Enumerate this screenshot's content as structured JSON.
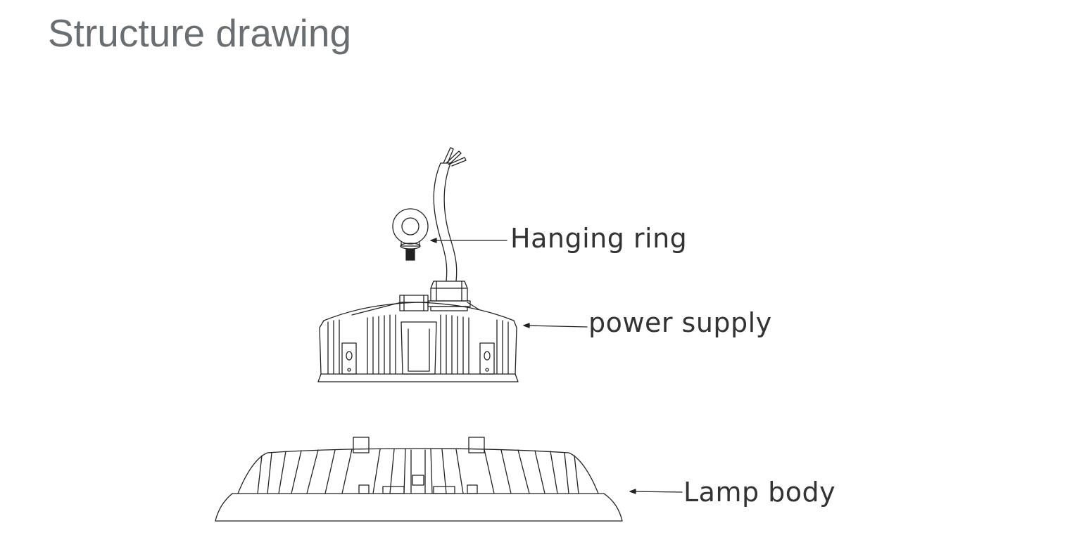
{
  "page": {
    "title": "Structure drawing"
  },
  "callouts": {
    "hanging_ring": "Hanging ring",
    "power_supply": "power supply",
    "lamp_body": "Lamp body"
  },
  "colors": {
    "title": "#6b6e70",
    "line": "#222222",
    "label": "#333333"
  }
}
